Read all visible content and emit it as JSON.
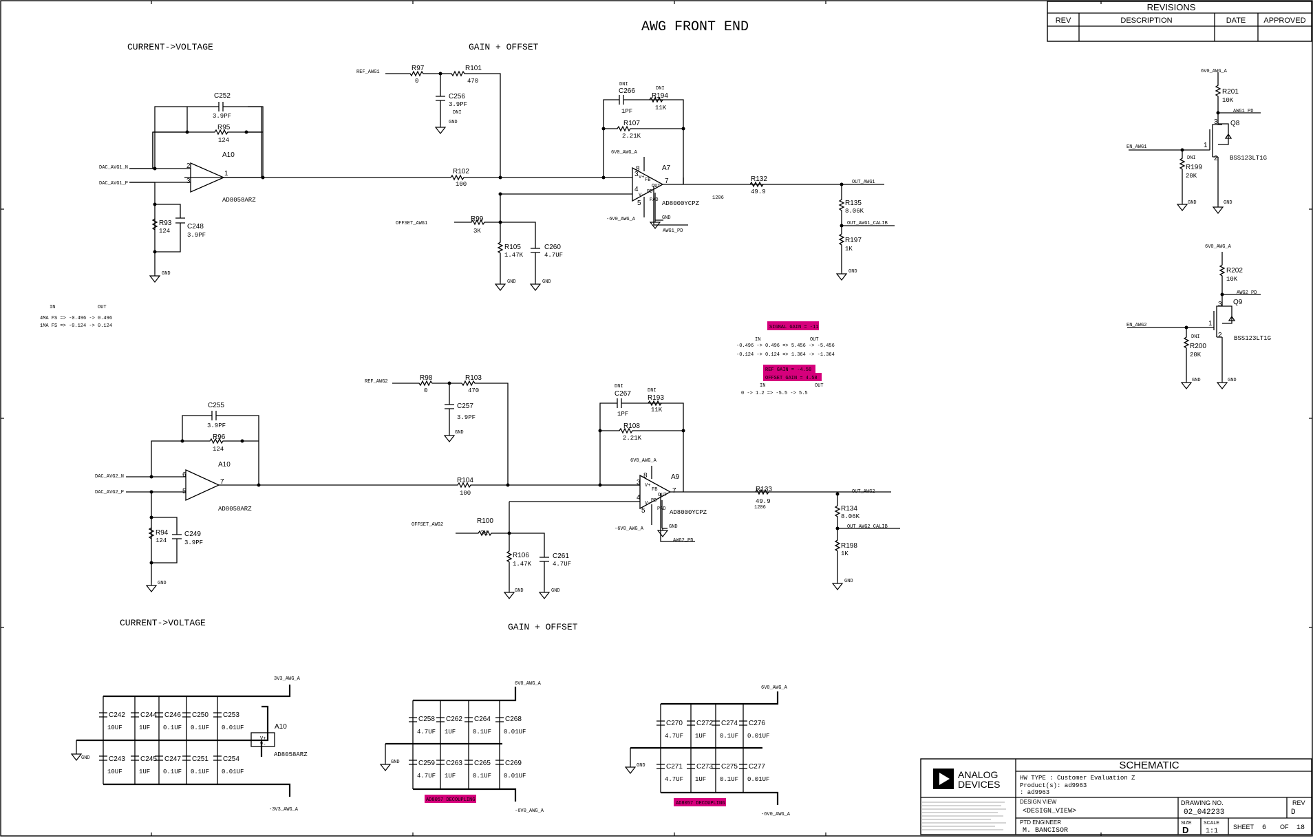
{
  "title": "AWG FRONT END",
  "sections": {
    "iv_top": "CURRENT->VOLTAGE",
    "gain_top": "GAIN + OFFSET",
    "iv_bottom": "CURRENT->VOLTAGE",
    "gain_bottom": "GAIN + OFFSET"
  },
  "revisions": {
    "title": "REVISIONS",
    "headers": [
      "REV",
      "DESCRIPTION",
      "DATE",
      "APPROVED"
    ]
  },
  "io_table": {
    "header_in": "IN",
    "header_out": "OUT",
    "rows": [
      "4MA FS  =>  -0.496 -> 0.496",
      "1MA FS  =>  -0.124 -> 0.124"
    ]
  },
  "signal_gain_label": "SIGNAL GAIN = -11",
  "gain_table": {
    "header_in": "IN",
    "header_out": "OUT",
    "rows": [
      "-0.496 -> 0.496  =>  5.456 -> -5.456",
      "-0.124 -> 0.124  =>  1.364 -> -1.364"
    ]
  },
  "ref_gain_label": "REF GAIN = -4.58",
  "offset_gain_label": "OFFSET GAIN = 4.58",
  "offset_table": {
    "header_in": "IN",
    "header_out": "OUT",
    "row": "0   ->   1.2   =>  -5.5  ->  5.5"
  },
  "decoupling_labels": [
    "AD8057 DECOUPLING",
    "AD8057 DECOUPLING"
  ],
  "nets": {
    "dac_avg1_n": "DAC_AVG1_N",
    "dac_avg1_p": "DAC_AVG1_P",
    "dac_avg2_n": "DAC_AVG2_N",
    "dac_avg2_p": "DAC_AVG2_P",
    "ref_awg1": "REF_AWG1",
    "ref_awg2": "REF_AWG2",
    "offset_awg1": "OFFSET_AWG1",
    "offset_awg2": "OFFSET_AWG2",
    "out_awg1": "OUT_AWG1",
    "out_awg2": "OUT_AWG2",
    "out_awg1_calib": "OUT_AWG1_CALIB",
    "out_awg2_calib": "OUT_AWG2_CALIB",
    "awg1_pd": "AWG1_PD",
    "awg2_pd": "AWG2_PD",
    "en_awg1": "EN_AWG1",
    "en_awg2": "EN_AWG2",
    "pos6v": "6V0_AWG_A",
    "neg6v": "-6V0_AWG_A",
    "pos3v3": "3V3_AWG_A",
    "neg3v3": "-3V3_AWG_A",
    "gnd": "GND",
    "pkg": "1206"
  },
  "components": {
    "A10": "A10",
    "AD8058ARZ": "AD8058ARZ",
    "A7": "A7",
    "A9": "A9",
    "AD8000YCPZ": "AD8000YCPZ",
    "Q8": "Q8",
    "Q9": "Q9",
    "BSS123LT1G": "BSS123LT1G",
    "R95": "R95",
    "R95v": "124",
    "C252": "C252",
    "C252v": "3.9PF",
    "R93": "R93",
    "R93v": "124",
    "C248": "C248",
    "C248v": "3.9PF",
    "R97": "R97",
    "R97v": "0",
    "R101": "R101",
    "R101v": "470",
    "C256": "C256",
    "C256v": "3.9PF",
    "DNI": "DNI",
    "R102": "R102",
    "R102v": "100",
    "R99": "R99",
    "R99v": "3K",
    "R105": "R105",
    "R105v": "1.47K",
    "C260": "C260",
    "C260v": "4.7UF",
    "C266": "C266",
    "C266v": "1PF",
    "R194": "R194",
    "R194v": "11K",
    "R107": "R107",
    "R107v": "2.21K",
    "R132": "R132",
    "R132v": "49.9",
    "R135": "R135",
    "R135v": "8.06K",
    "R197": "R197",
    "R197v": "1K",
    "C255": "C255",
    "C255v": "3.9PF",
    "R96": "R96",
    "R96v": "124",
    "R94": "R94",
    "R94v": "124",
    "C249": "C249",
    "C249v": "3.9PF",
    "R98": "R98",
    "R98v": "0",
    "R103": "R103",
    "R103v": "470",
    "C257": "C257",
    "C257v": "3.9PF",
    "R104": "R104",
    "R104v": "100",
    "R100": "R100",
    "R100v": "3K",
    "R106": "R106",
    "R106v": "1.47K",
    "C261": "C261",
    "C261v": "4.7UF",
    "C267": "C267",
    "C267v": "1PF",
    "R193": "R193",
    "R193v": "11K",
    "R108": "R108",
    "R108v": "2.21K",
    "R133": "R133",
    "R133v": "49.9",
    "R134": "R134",
    "R134v": "8.06K",
    "R198": "R198",
    "R198v": "1K",
    "R201": "R201",
    "R201v": "10K",
    "R199": "R199",
    "R199v": "20K",
    "R202": "R202",
    "R202v": "10K",
    "R200": "R200",
    "R200v": "20K",
    "pin_fb": "FB",
    "pin_out": "OUT",
    "pin_pd": "PD",
    "pin_pad": "PAD",
    "pin_vp": "V+",
    "pin_vn": "V-"
  },
  "decoupling": {
    "bank1_top": [
      [
        "C242",
        "10UF"
      ],
      [
        "C244",
        "1UF"
      ],
      [
        "C246",
        "0.1UF"
      ],
      [
        "C250",
        "0.1UF"
      ],
      [
        "C253",
        "0.01UF"
      ]
    ],
    "bank1_bot": [
      [
        "C243",
        "10UF"
      ],
      [
        "C245",
        "1UF"
      ],
      [
        "C247",
        "0.1UF"
      ],
      [
        "C251",
        "0.1UF"
      ],
      [
        "C254",
        "0.01UF"
      ]
    ],
    "bank2_top": [
      [
        "C258",
        "4.7UF"
      ],
      [
        "C262",
        "1UF"
      ],
      [
        "C264",
        "0.1UF"
      ],
      [
        "C268",
        "0.01UF"
      ]
    ],
    "bank2_bot": [
      [
        "C259",
        "4.7UF"
      ],
      [
        "C263",
        "1UF"
      ],
      [
        "C265",
        "0.1UF"
      ],
      [
        "C269",
        "0.01UF"
      ]
    ],
    "bank3_top": [
      [
        "C270",
        "4.7UF"
      ],
      [
        "C272",
        "1UF"
      ],
      [
        "C274",
        "0.1UF"
      ],
      [
        "C276",
        "0.01UF"
      ]
    ],
    "bank3_bot": [
      [
        "C271",
        "4.7UF"
      ],
      [
        "C273",
        "1UF"
      ],
      [
        "C275",
        "0.1UF"
      ],
      [
        "C277",
        "0.01UF"
      ]
    ]
  },
  "title_block": {
    "logo_line1": "ANALOG",
    "logo_line2": "DEVICES",
    "schematic": "SCHEMATIC",
    "hw_type": "HW TYPE   : Customer Evaluation Z",
    "product": "Product(s): ad9963",
    "product2": "          : ad9963",
    "design_view_label": "DESIGN VIEW",
    "design_view": "<DESIGN_VIEW>",
    "ptd_label": "PTD ENGINEER",
    "ptd": "M. BANCISOR",
    "drawing_label": "DRAWING NO.",
    "drawing": "02_042233",
    "rev_label": "REV",
    "rev": "D",
    "size_label": "SIZE",
    "size": "D",
    "scale_label": "SCALE",
    "scale": "1:1",
    "sheet_label": "SHEET",
    "sheet": "6",
    "of_label": "OF",
    "of": "18"
  }
}
